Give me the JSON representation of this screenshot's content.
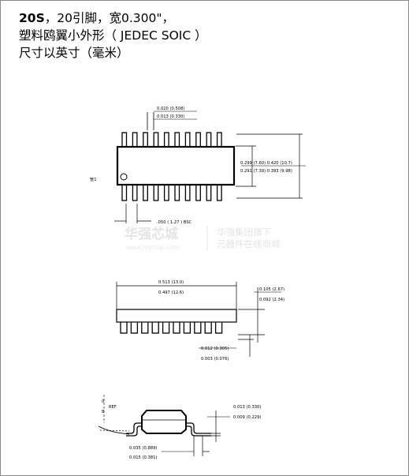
{
  "header": {
    "line1_bold": "20S",
    "line1_rest": "，20引脚，宽0.300\"，",
    "line2": "塑料鸥翼小外形（ JEDEC SOIC ）",
    "line3": "尺寸以英寸（毫米）"
  },
  "top_view": {
    "lead_width_max": "0.020 (0.508)",
    "lead_width_min": "0.013 (0.330)",
    "body_width_inner": "0.299 (7.60) 0.420 (10.7)",
    "body_width_outer": "0.291 (7.39) 0.393 (9.98)",
    "pin1_label": "管1",
    "pitch": ".050 ( 1.27 ) BSC"
  },
  "side_view": {
    "length_max": "0.513 (13.0)",
    "length_min": "0.497 (12.6)",
    "height_max": "0.105 (2.67)",
    "height_min": "0.092 (2.34)",
    "standoff_max": "0.012 (0.305)",
    "standoff_min": "0.003 (0.076)"
  },
  "end_view": {
    "angle_top": "0",
    "angle_bottom": "8",
    "angle_ref": "REF",
    "lead_thick_max": "0.013 (0.330)",
    "lead_thick_min": "0.009 (0.229)",
    "foot_max": "0.035 (0.889)",
    "foot_min": "0.015 (0.381)"
  },
  "watermark": {
    "brand": "华强芯城",
    "url": "www.hqchip.com",
    "tag1": "华强集团旗下",
    "tag2": "元器件在线商城"
  }
}
